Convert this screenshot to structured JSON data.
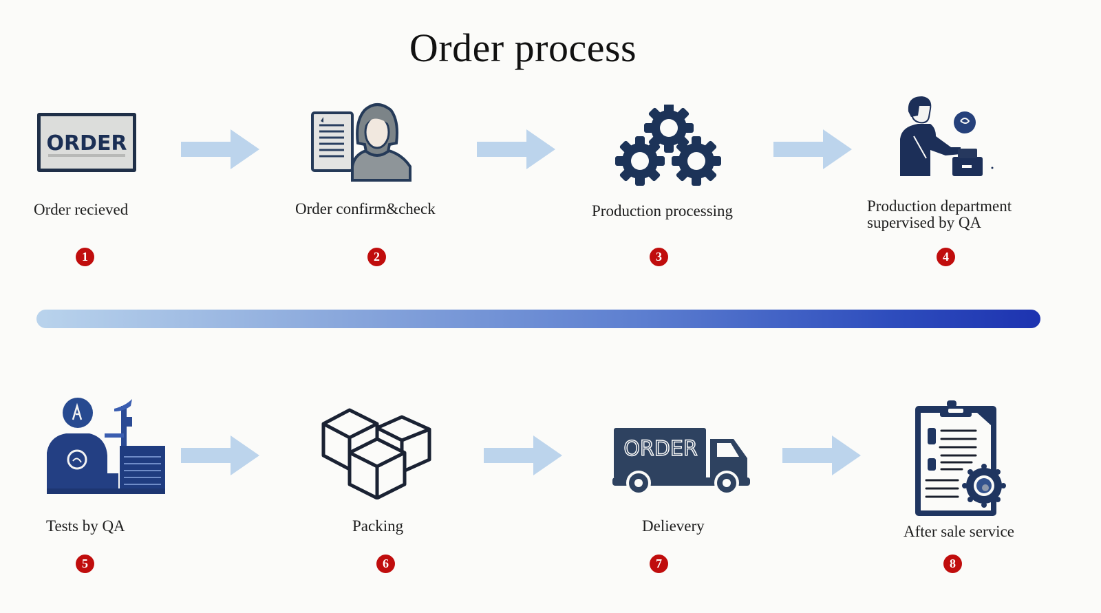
{
  "title": "Order process",
  "colors": {
    "icon": "#1e3560",
    "arrow": "#bcd4ec",
    "badge": "#c00d0d",
    "timeline_start": "#b9d3ec",
    "timeline_end": "#1d33b0"
  },
  "steps": [
    {
      "number": "1",
      "label": "Order recieved",
      "icon": "order-sign-icon",
      "icon_text": "ORDER"
    },
    {
      "number": "2",
      "label": "Order confirm&check",
      "icon": "person-document-icon"
    },
    {
      "number": "3",
      "label": "Production processing",
      "icon": "gears-icon"
    },
    {
      "number": "4",
      "label_line1": "Production department",
      "label_line2": "supervised by QA",
      "icon": "worker-machine-icon"
    },
    {
      "number": "5",
      "label": "Tests by QA",
      "icon": "qa-tester-icon"
    },
    {
      "number": "6",
      "label": "Packing",
      "icon": "boxes-icon"
    },
    {
      "number": "7",
      "label": "Delievery",
      "icon": "delivery-truck-icon",
      "icon_text": "ORDER"
    },
    {
      "number": "8",
      "label": "After sale service",
      "icon": "clipboard-certificate-icon"
    }
  ]
}
